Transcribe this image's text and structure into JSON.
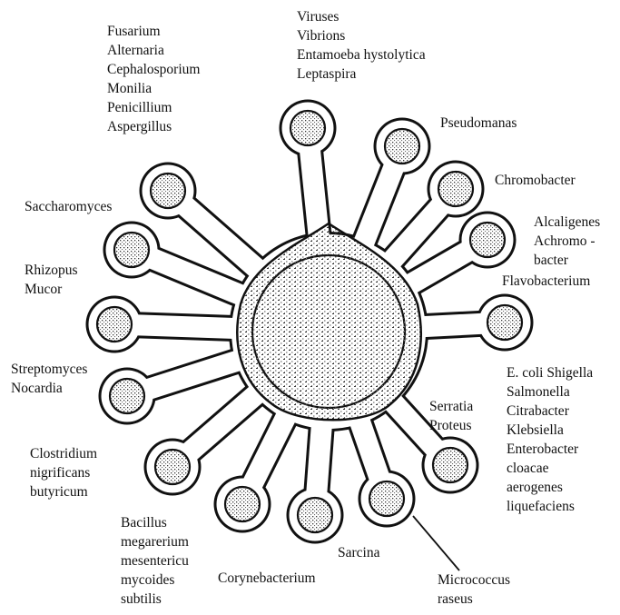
{
  "labels": {
    "viruses": [
      "Viruses",
      "Vibrions",
      "Entamoeba hystolytica",
      "Leptaspira"
    ],
    "fungi": [
      "Fusarium",
      "Alternaria",
      "Cephalosporium",
      "Monilia",
      "Penicillium",
      "Aspergillus"
    ],
    "pseudomonas": [
      "Pseudomanas"
    ],
    "chromobacter": [
      "Chromobacter"
    ],
    "alcaligenes": [
      "Alcaligenes",
      "Achromo -",
      "bacter"
    ],
    "flavobacterium": [
      "Flavobacterium"
    ],
    "saccharomyces": [
      "Saccharomyces"
    ],
    "rhizopus": [
      "Rhizopus",
      "Mucor"
    ],
    "streptomyces": [
      "Streptomyces",
      "Nocardia"
    ],
    "clostridium": [
      "Clostridium",
      "nigrificans",
      "butyricum"
    ],
    "bacillus": [
      "Bacillus",
      "megarerium",
      "mesentericu",
      "mycoides",
      "subtilis"
    ],
    "corynebacterium": [
      "Corynebacterium"
    ],
    "sarcina": [
      "Sarcina"
    ],
    "micrococcus": [
      "Micrococcus",
      "raseus"
    ],
    "serratia": [
      "Serratia",
      "Proteus"
    ],
    "enteric": [
      "E. coli Shigella",
      "Salmonella",
      "Citrabacter",
      "Klebsiella",
      "Enterobacter",
      "cloacae",
      "aerogenes",
      "liquefaciens"
    ]
  },
  "colors": {
    "ink": "#111111",
    "paper": "#ffffff"
  }
}
